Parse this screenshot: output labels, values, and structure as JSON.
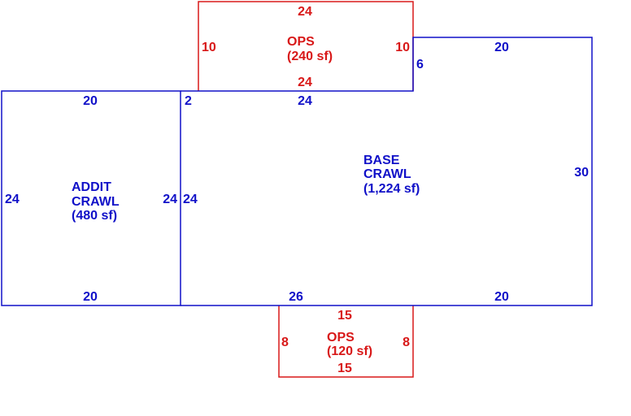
{
  "colors": {
    "base": "#1010c8",
    "porch": "#d81818"
  },
  "addit": {
    "name_line1": "ADDIT",
    "name_line2": "CRAWL",
    "area": "(480 sf)",
    "dim_top": "20",
    "dim_bottom": "20",
    "dim_left": "24",
    "dim_right": "24"
  },
  "base": {
    "name_line1": "BASE",
    "name_line2": "CRAWL",
    "area": "(1,224 sf)",
    "dim_top_left": "2",
    "dim_top_mid": "24",
    "dim_step": "6",
    "dim_top_right": "20",
    "dim_right": "30",
    "dim_bottom_left": "26",
    "dim_bottom_right": "20",
    "dim_left": "24"
  },
  "ops_top": {
    "name": "OPS",
    "area": "(240 sf)",
    "dim_top": "24",
    "dim_bottom": "24",
    "dim_left": "10",
    "dim_right": "10"
  },
  "ops_bottom": {
    "name": "OPS",
    "area": "(120 sf)",
    "dim_top": "15",
    "dim_bottom": "15",
    "dim_left": "8",
    "dim_right": "8"
  }
}
